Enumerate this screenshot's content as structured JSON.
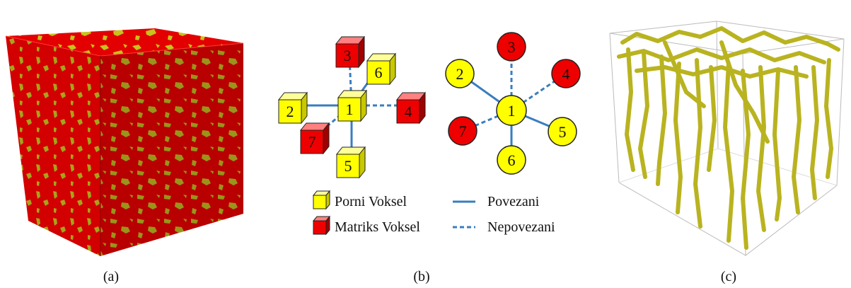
{
  "panels": {
    "a": {
      "caption": "(a)"
    },
    "b": {
      "caption": "(b)",
      "left_graph": {
        "center": "1",
        "neighbors": [
          {
            "label": "2",
            "type": "pore",
            "connection": "connected"
          },
          {
            "label": "3",
            "type": "matrix",
            "connection": "unconnected"
          },
          {
            "label": "4",
            "type": "matrix",
            "connection": "unconnected"
          },
          {
            "label": "5",
            "type": "pore",
            "connection": "connected"
          },
          {
            "label": "6",
            "type": "pore",
            "connection": "connected"
          },
          {
            "label": "7",
            "type": "matrix",
            "connection": "unconnected"
          }
        ]
      },
      "right_graph": {
        "center": "1",
        "neighbors": [
          {
            "label": "2",
            "type": "pore",
            "connection": "connected"
          },
          {
            "label": "3",
            "type": "matrix",
            "connection": "unconnected"
          },
          {
            "label": "4",
            "type": "matrix",
            "connection": "unconnected"
          },
          {
            "label": "5",
            "type": "pore",
            "connection": "connected"
          },
          {
            "label": "6",
            "type": "pore",
            "connection": "connected"
          },
          {
            "label": "7",
            "type": "matrix",
            "connection": "unconnected"
          }
        ]
      },
      "legend": {
        "pore": "Porni Voksel",
        "matrix": "Matriks Voksel",
        "connected": "Povezani",
        "unconnected": "Nepovezani"
      }
    },
    "c": {
      "caption": "(c)"
    }
  },
  "colors": {
    "pore": "#ffff00",
    "matrix": "#ee0000",
    "edge": "#3a7dbf",
    "cube_red": "#d70000",
    "cube_yellow": "#b5b21e",
    "network": "#c8c22a"
  }
}
